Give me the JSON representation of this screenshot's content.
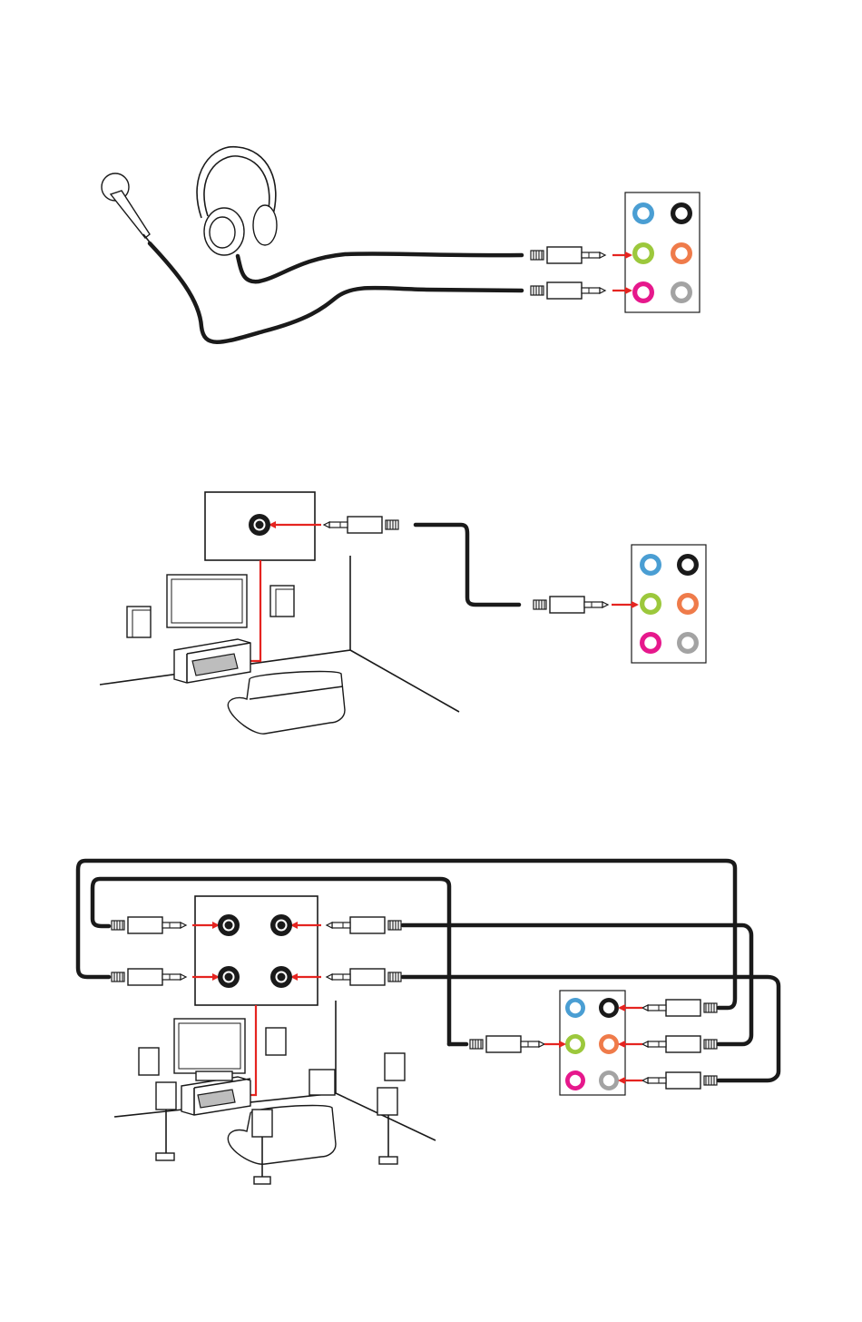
{
  "colors": {
    "line_in": "#4a9ed3",
    "rear_out": "#1a1a1a",
    "line_out": "#9cc83c",
    "center_sub": "#ef7b4a",
    "mic_in": "#e6188c",
    "side_out": "#a3a3a3",
    "arrow": "#e52420"
  },
  "diagrams": [
    {
      "name": "headphone-microphone-connection",
      "icons": [
        "microphone-icon",
        "headphones-icon"
      ]
    },
    {
      "name": "stereo-speaker-connection",
      "icons": [
        "amplifier-icon",
        "tv-icon",
        "speaker-icon",
        "sofa-icon"
      ]
    },
    {
      "name": "7-1-speaker-connection",
      "icons": [
        "amplifier-icon",
        "tv-icon",
        "speaker-icon",
        "sofa-icon"
      ]
    }
  ]
}
